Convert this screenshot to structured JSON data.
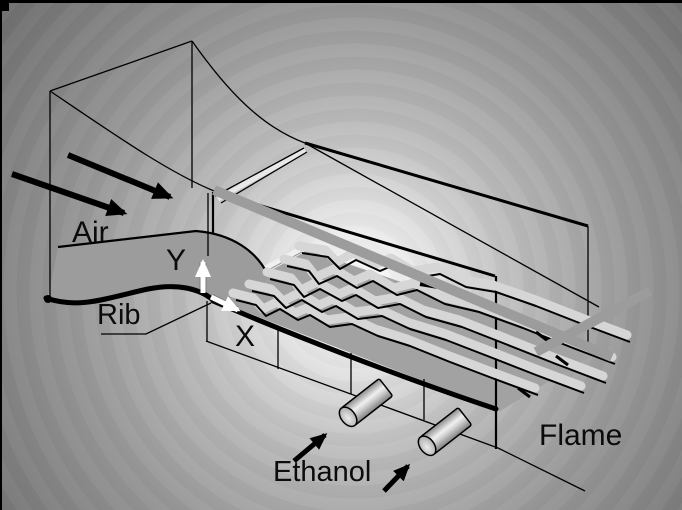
{
  "labels": {
    "air": "Air",
    "rib": "Rib",
    "y_axis": "Y",
    "x_axis": "X",
    "ethanol": "Ethanol",
    "flame": "Flame"
  },
  "colors": {
    "line": "#000000",
    "label_text": "#0b0b0b",
    "background_center": "#ffffff",
    "background_mid": "#b9b9b9",
    "background_edge": "#6d6d6d",
    "rib_surface": "#9c9c9c",
    "floor_plate": "#a2a2a2",
    "flame_highlight": "#d6d6d6",
    "slot": "#f0f0f0",
    "beam": "#9c9c9c",
    "cylinder_light": "#f0f0f0",
    "cylinder_mid": "#cfcfcf",
    "cylinder_dark": "#8a8a8a",
    "arrow_white": "#ffffff"
  }
}
